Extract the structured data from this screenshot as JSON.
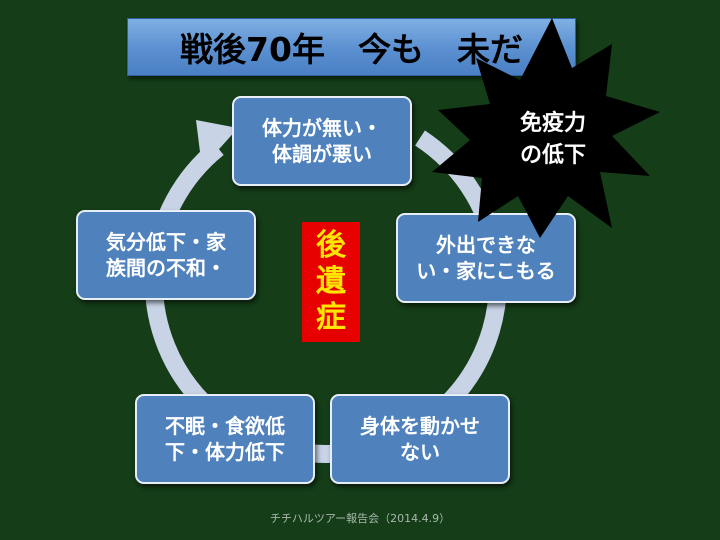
{
  "slide": {
    "title": "戦後70年　今も　未だ",
    "center_label": "後\n遺\n症",
    "starburst_text": "免疫力\nの低下",
    "footer": "チチハルツアー報告会（2014.4.9）"
  },
  "cycle": {
    "nodes": [
      {
        "id": "top",
        "label": "体力が無い・\n体調が悪い"
      },
      {
        "id": "right",
        "label": "外出できな\nい・家にこもる"
      },
      {
        "id": "bottom-right",
        "label": "身体を動かせ\nない"
      },
      {
        "id": "bottom-left",
        "label": "不眠・食欲低\n下・体力低下"
      },
      {
        "id": "left",
        "label": "気分低下・家\n族間の不和・"
      }
    ]
  },
  "colors": {
    "background": "#143d18",
    "node_fill": "#4f81bd",
    "cycle_arrow": "#c9d3e6",
    "center_fill": "#e60000",
    "center_text": "#ffe600",
    "starburst_fill": "#000000"
  }
}
